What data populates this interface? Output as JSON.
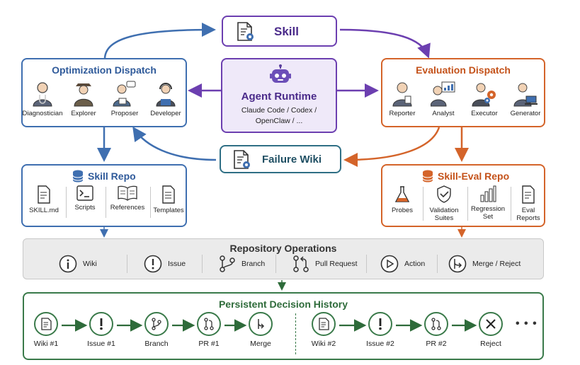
{
  "skill": {
    "label": "Skill",
    "icon": "skill-doc-gear-icon"
  },
  "failure_wiki": {
    "label": "Failure Wiki",
    "icon": "wiki-doc-gear-icon"
  },
  "agent_runtime": {
    "title": "Agent Runtime",
    "line1": "Claude Code / Codex /",
    "line2": "OpenClaw / ...",
    "icon": "robot-icon"
  },
  "optimization": {
    "title": "Optimization Dispatch",
    "roles": [
      "Diagnostician",
      "Explorer",
      "Proposer",
      "Developer"
    ]
  },
  "evaluation": {
    "title": "Evaluation Dispatch",
    "roles": [
      "Reporter",
      "Analyst",
      "Executor",
      "Generator"
    ]
  },
  "skill_repo": {
    "title": "Skill Repo",
    "items": [
      "SKILL.md",
      "Scripts",
      "References",
      "Templates"
    ]
  },
  "skill_eval_repo": {
    "title": "Skill-Eval Repo",
    "items": [
      {
        "l1": "Probes",
        "l2": ""
      },
      {
        "l1": "Validation",
        "l2": "Suites"
      },
      {
        "l1": "Regression",
        "l2": "Set"
      },
      {
        "l1": "Eval",
        "l2": "Reports"
      }
    ]
  },
  "repo_ops": {
    "title": "Repository Operations",
    "items": [
      "Wiki",
      "Issue",
      "Branch",
      "Pull Request",
      "Action",
      "Merge / Reject"
    ]
  },
  "history": {
    "title": "Persistent Decision History",
    "nodes": [
      "Wiki #1",
      "Issue #1",
      "Branch",
      "PR #1",
      "Merge",
      "Wiki #2",
      "Issue #2",
      "PR #2",
      "Reject"
    ],
    "more": "• • •"
  },
  "colors": {
    "blue": "#3f6fb0",
    "orange": "#d4642a",
    "purple": "#6c3fb0",
    "teal": "#2f6f85",
    "green": "#3a7a4a",
    "grey_bg": "#ebebeb"
  }
}
